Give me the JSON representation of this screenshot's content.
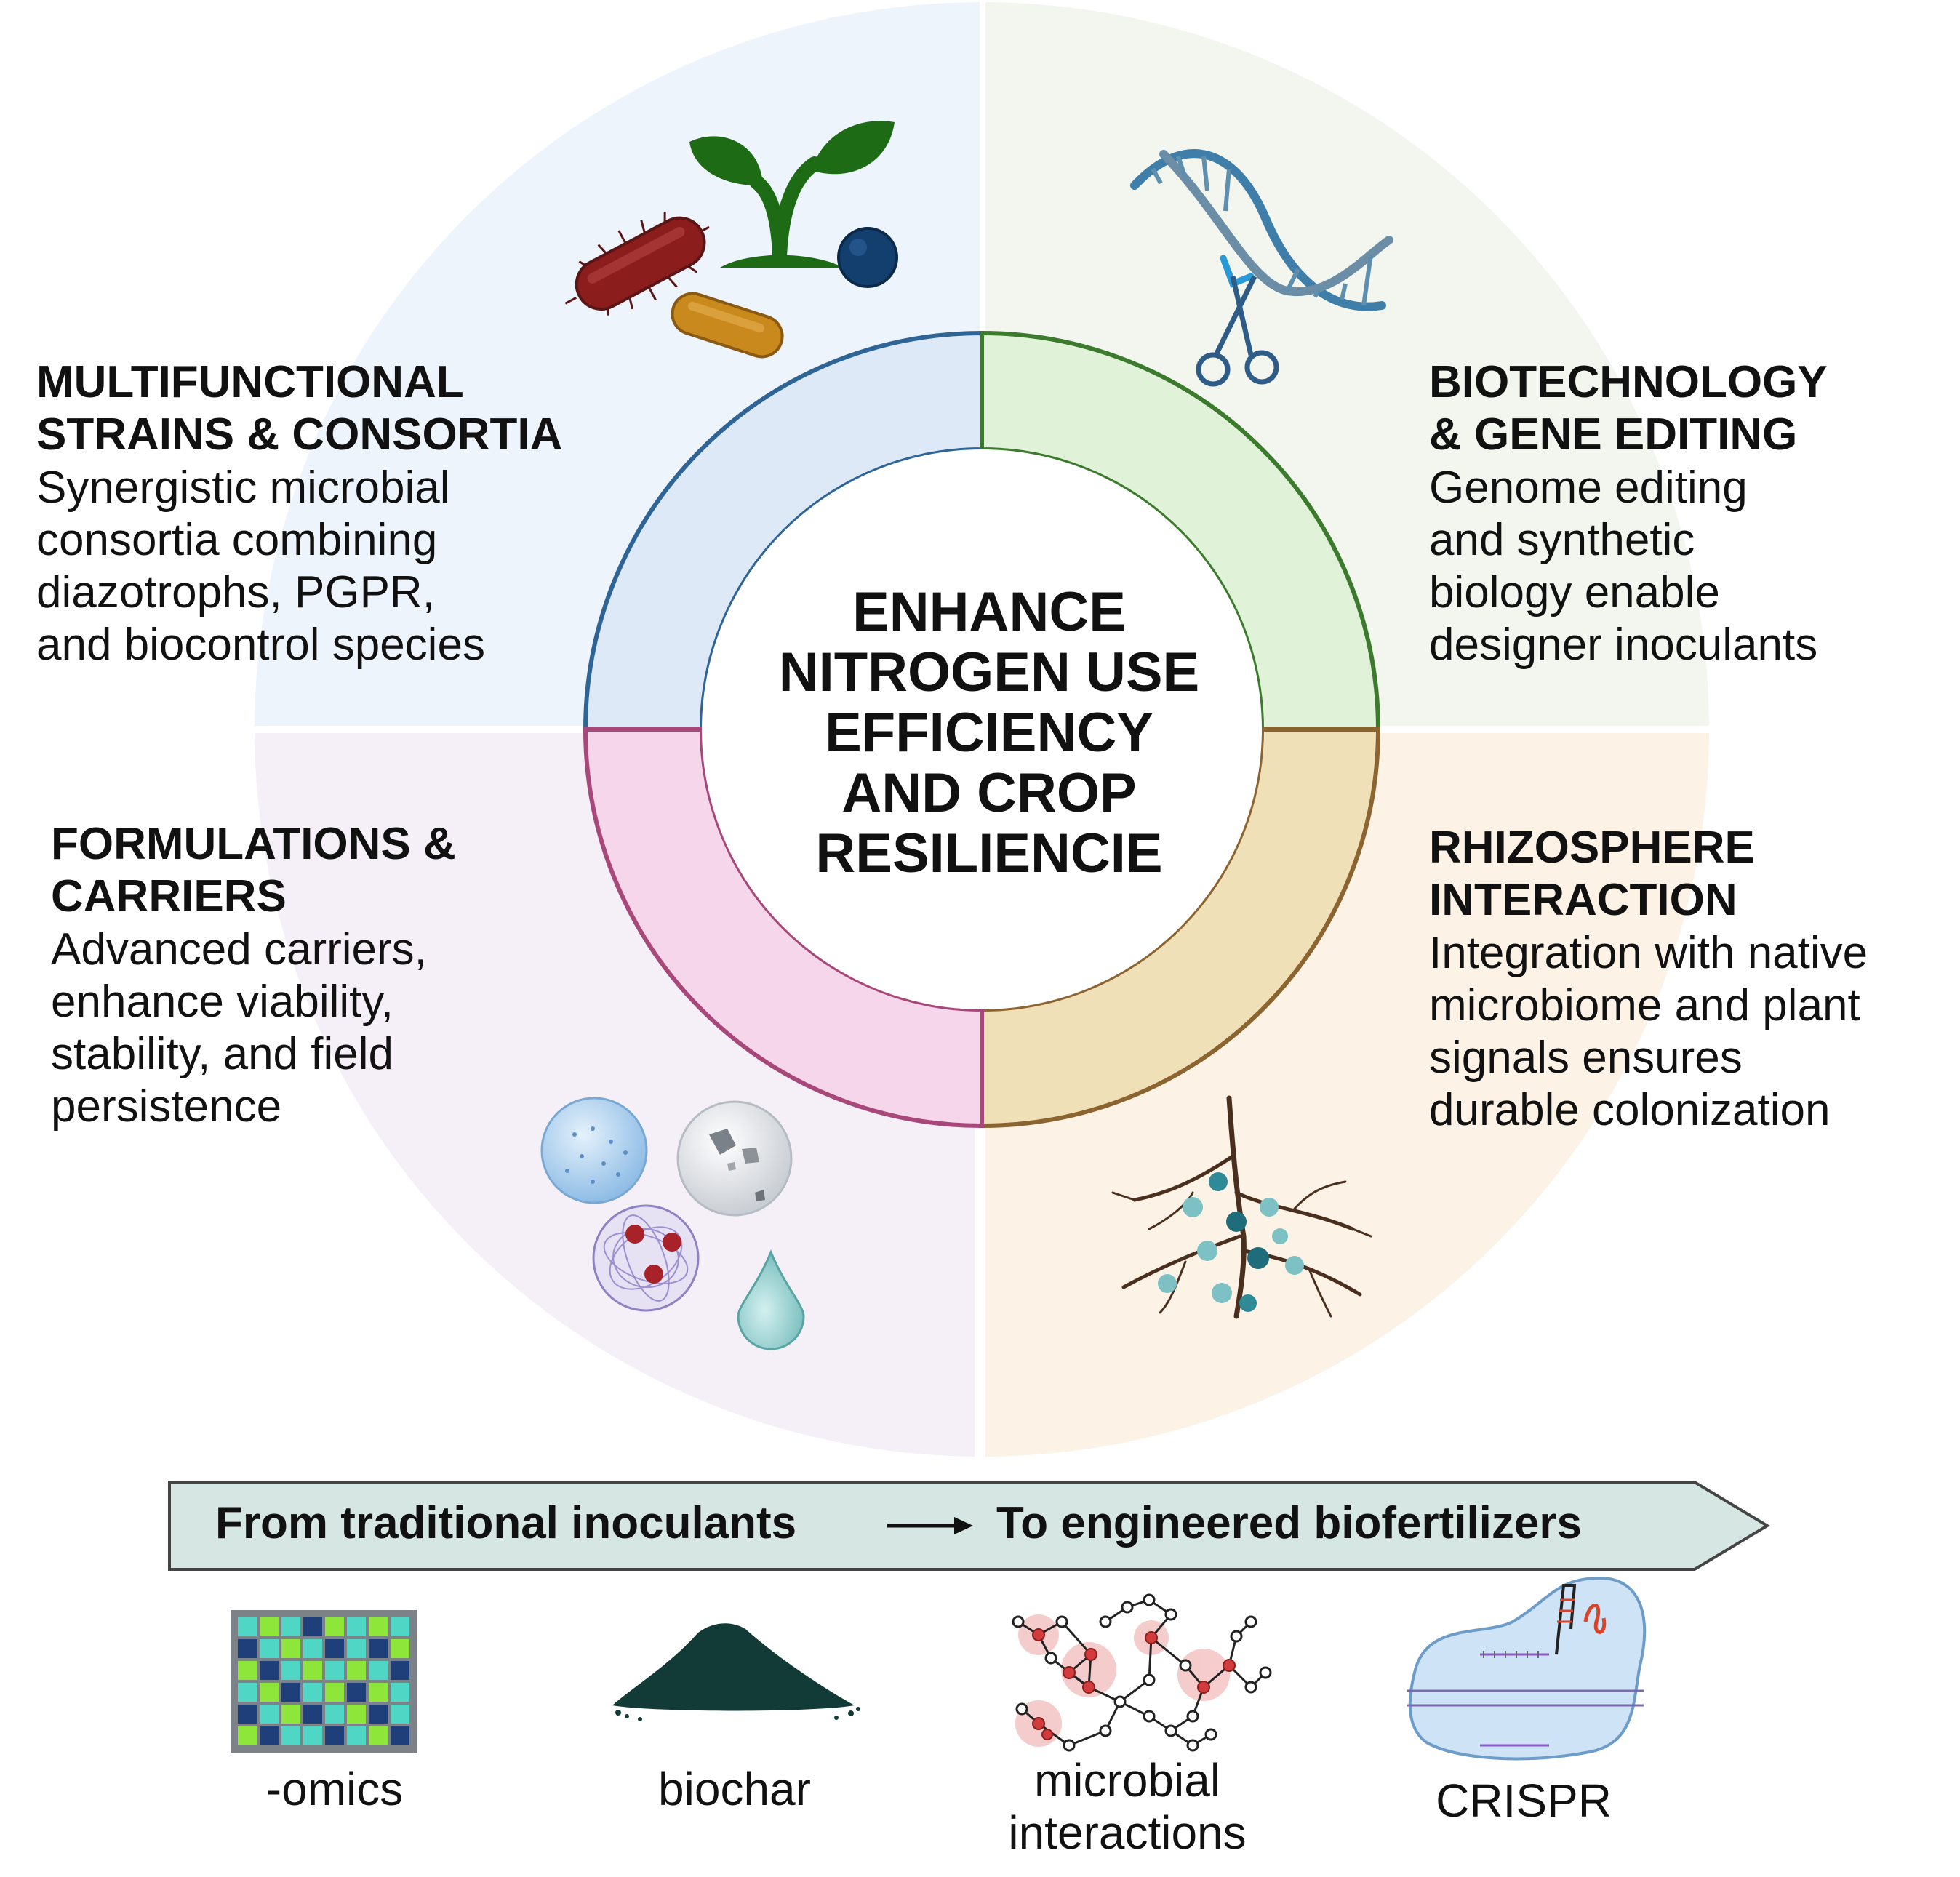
{
  "center": {
    "lines": [
      "ENHANCE",
      "NITROGEN USE",
      "EFFICIENCY",
      "AND CROP",
      "RESILIENCIE"
    ]
  },
  "quadrants": {
    "top_left": {
      "title_lines": [
        "MULTIFUNCTIONAL",
        "STRAINS & CONSORTIA"
      ],
      "body_lines": [
        "Synergistic microbial",
        "consortia combining",
        "diazotrophs, PGPR,",
        "and biocontrol species"
      ],
      "color": "#2e6496",
      "fill": "#dde9f7",
      "bg": "#eef4fb"
    },
    "top_right": {
      "title_lines": [
        "BIOTECHNOLOGY",
        "& GENE EDITING"
      ],
      "body_lines": [
        "Genome editing",
        "and synthetic",
        "biology enable",
        "designer inoculants"
      ],
      "color": "#3c7a2e",
      "fill": "#e0f2d8",
      "bg": "#f2f6ef"
    },
    "bottom_left": {
      "title_lines": [
        "FORMULATIONS &",
        "CARRIERS"
      ],
      "body_lines": [
        "Advanced carriers,",
        "enhance viability,",
        "stability, and field",
        "persistence"
      ],
      "color": "#a8487a",
      "fill": "#f6d6ea",
      "bg": "#f5f0f7"
    },
    "bottom_right": {
      "title_lines": [
        "RHIZOSPHERE",
        "INTERACTION"
      ],
      "body_lines": [
        "Integration with native",
        "microbiome and plant",
        "signals ensures",
        "durable colonization"
      ],
      "color": "#8c6430",
      "fill": "#f0e0b8",
      "bg": "#fcf2e6"
    }
  },
  "banner": {
    "left": "From traditional inoculants",
    "right": "To engineered biofertilizers",
    "fill": "#d6e6e2"
  },
  "tools": [
    {
      "label_lines": [
        "-omics"
      ],
      "icon": "omics-heatmap-icon"
    },
    {
      "label_lines": [
        "biochar"
      ],
      "icon": "biochar-pile-icon"
    },
    {
      "label_lines": [
        "microbial",
        "interactions"
      ],
      "icon": "network-icon"
    },
    {
      "label_lines": [
        "CRISPR"
      ],
      "icon": "crispr-complex-icon"
    }
  ],
  "icons": {
    "top_left": [
      "bacterium-rod-icon",
      "seedling-icon",
      "coccus-icon",
      "bacillus-icon"
    ],
    "top_right": [
      "dna-helix-icon",
      "scissors-icon"
    ],
    "bottom_left": [
      "microbead-icon",
      "mineral-carrier-icon",
      "polymer-bead-icon",
      "droplet-icon"
    ],
    "bottom_right": [
      "root-system-icon"
    ]
  }
}
